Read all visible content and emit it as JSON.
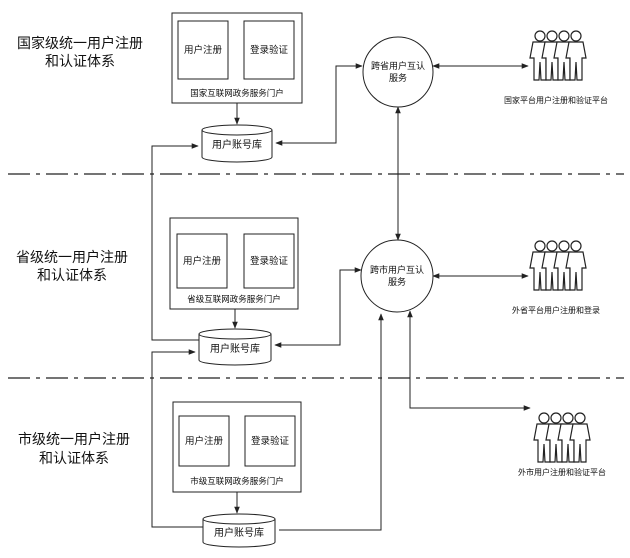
{
  "sections": {
    "national": {
      "title_line1": "国家级统一用户注册",
      "title_line2": "和认证体系"
    },
    "provincial": {
      "title_line1": "省级统一用户注册",
      "title_line2": "和认证体系"
    },
    "municipal": {
      "title_line1": "市级统一用户注册",
      "title_line2": "和认证体系"
    }
  },
  "portals": {
    "national": {
      "register": "用户注册",
      "login": "登录验证",
      "name": "国家互联网政务服务门户"
    },
    "provincial": {
      "register": "用户注册",
      "login": "登录验证",
      "name": "省级互联网政务服务门户"
    },
    "municipal": {
      "register": "用户注册",
      "login": "登录验证",
      "name": "市级互联网政务服务门户"
    }
  },
  "databases": {
    "national": "用户账号库",
    "provincial": "用户账号库",
    "municipal": "用户账号库"
  },
  "services": {
    "cross_province": {
      "line1": "跨省用户互认",
      "line2": "服务"
    },
    "cross_city": {
      "line1": "跨市用户互认",
      "line2": "服务"
    }
  },
  "platforms": {
    "national": "国家平台用户注册和验证平台",
    "other_province": "外省平台用户注册和登录",
    "other_city": "外市用户注册和验证平台"
  },
  "icons": {
    "user_group": "users-group-icon"
  }
}
